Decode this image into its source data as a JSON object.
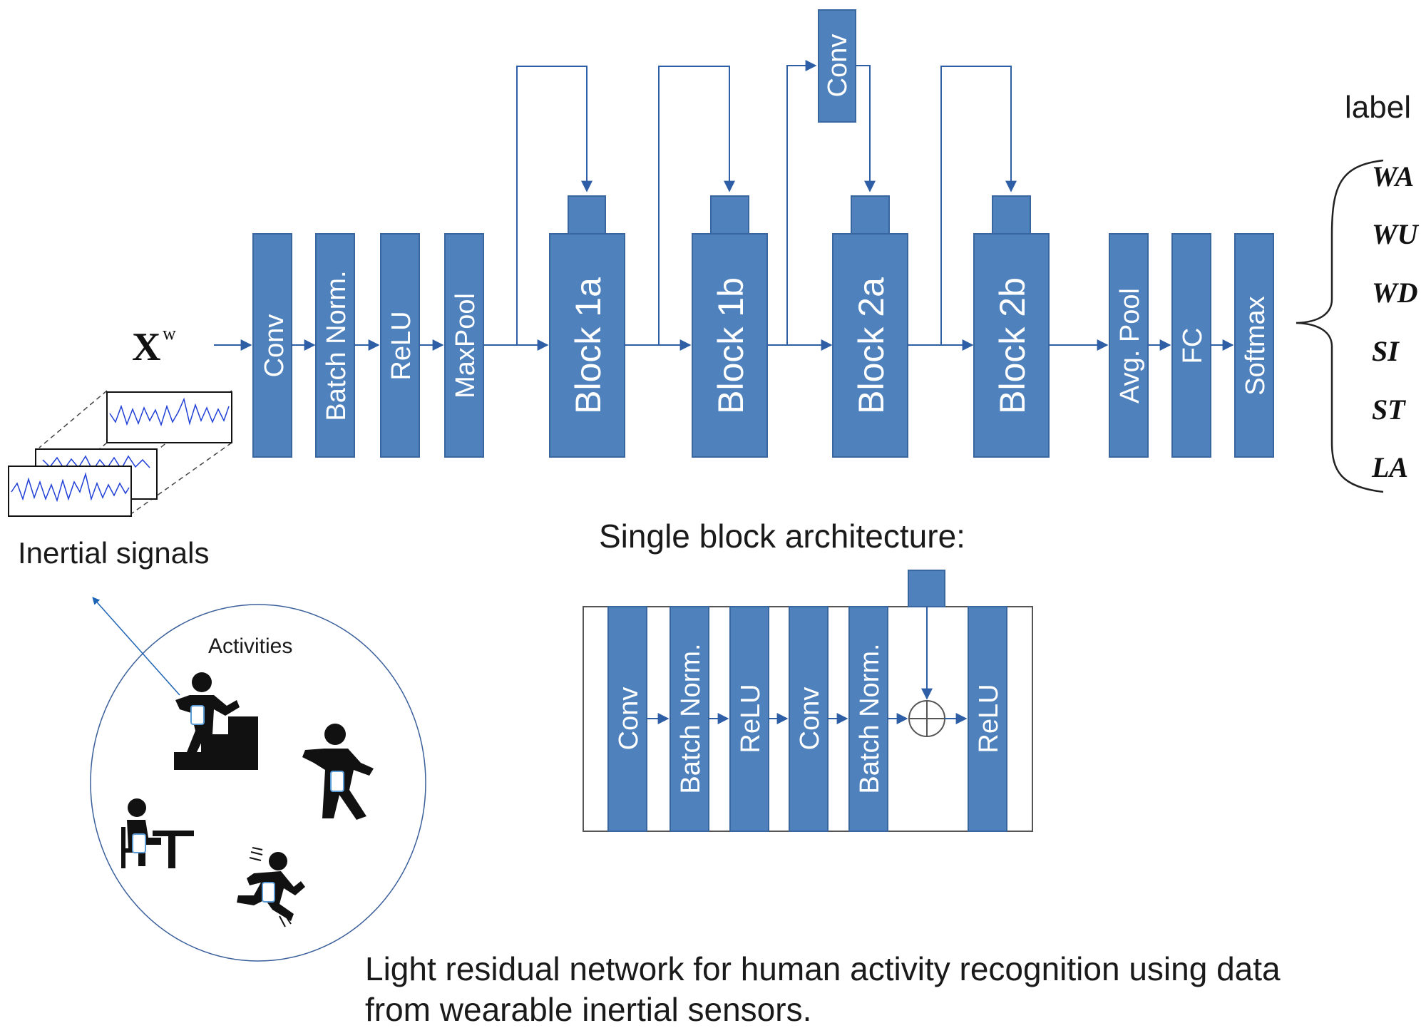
{
  "input": {
    "symbol": "X",
    "superscript": "w",
    "signals_label": "Inertial signals"
  },
  "layers": {
    "conv": "Conv",
    "batch_norm": "Batch Norm.",
    "relu": "ReLU",
    "maxpool": "MaxPool",
    "block_1a": "Block 1a",
    "block_1b": "Block 1b",
    "block_2a": "Block 2a",
    "block_2b": "Block 2b",
    "avg_pool": "Avg. Pool",
    "fc": "FC",
    "softmax": "Softmax",
    "shortcut_conv": "Conv"
  },
  "output": {
    "title": "label",
    "labels": [
      "WA",
      "WU",
      "WD",
      "SI",
      "ST",
      "LA"
    ]
  },
  "single_block": {
    "title": "Single block architecture:",
    "layers": [
      "Conv",
      "Batch Norm.",
      "ReLU",
      "Conv",
      "Batch Norm.",
      "ReLU"
    ]
  },
  "activities": {
    "title": "Activities"
  },
  "caption": {
    "line1": "Light residual network for human activity recognition using data",
    "line2": "from wearable inertial sensors."
  },
  "colors": {
    "block_fill": "#4f81bd",
    "block_stroke": "#3a66a0",
    "arrow": "#2e5fa6",
    "signal": "#1f3fd6"
  }
}
